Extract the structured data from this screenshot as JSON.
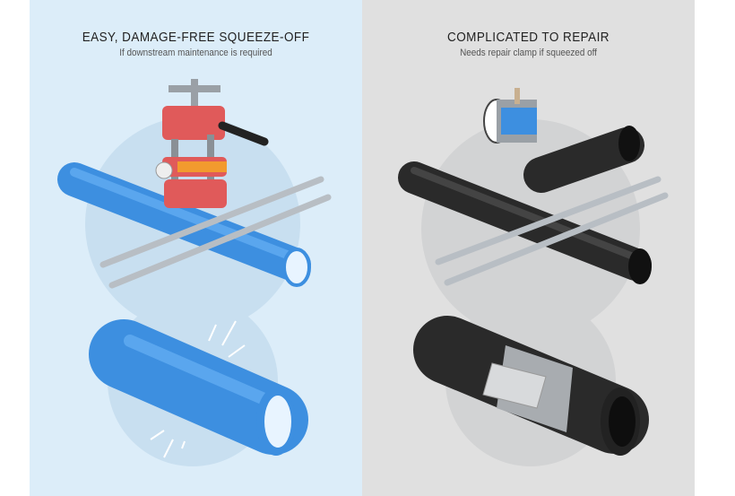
{
  "left_panel": {
    "title": "EASY, DAMAGE-FREE SQUEEZE-OFF",
    "subtitle": "If downstream maintenance is required",
    "background": "#dcedf9",
    "pipe_color": "#3d8fe0"
  },
  "right_panel": {
    "title": "COMPLICATED TO REPAIR",
    "subtitle": "Needs repair clamp if squeezed off",
    "background": "#e0e0e0",
    "pipe_color": "#2a2a2a"
  }
}
